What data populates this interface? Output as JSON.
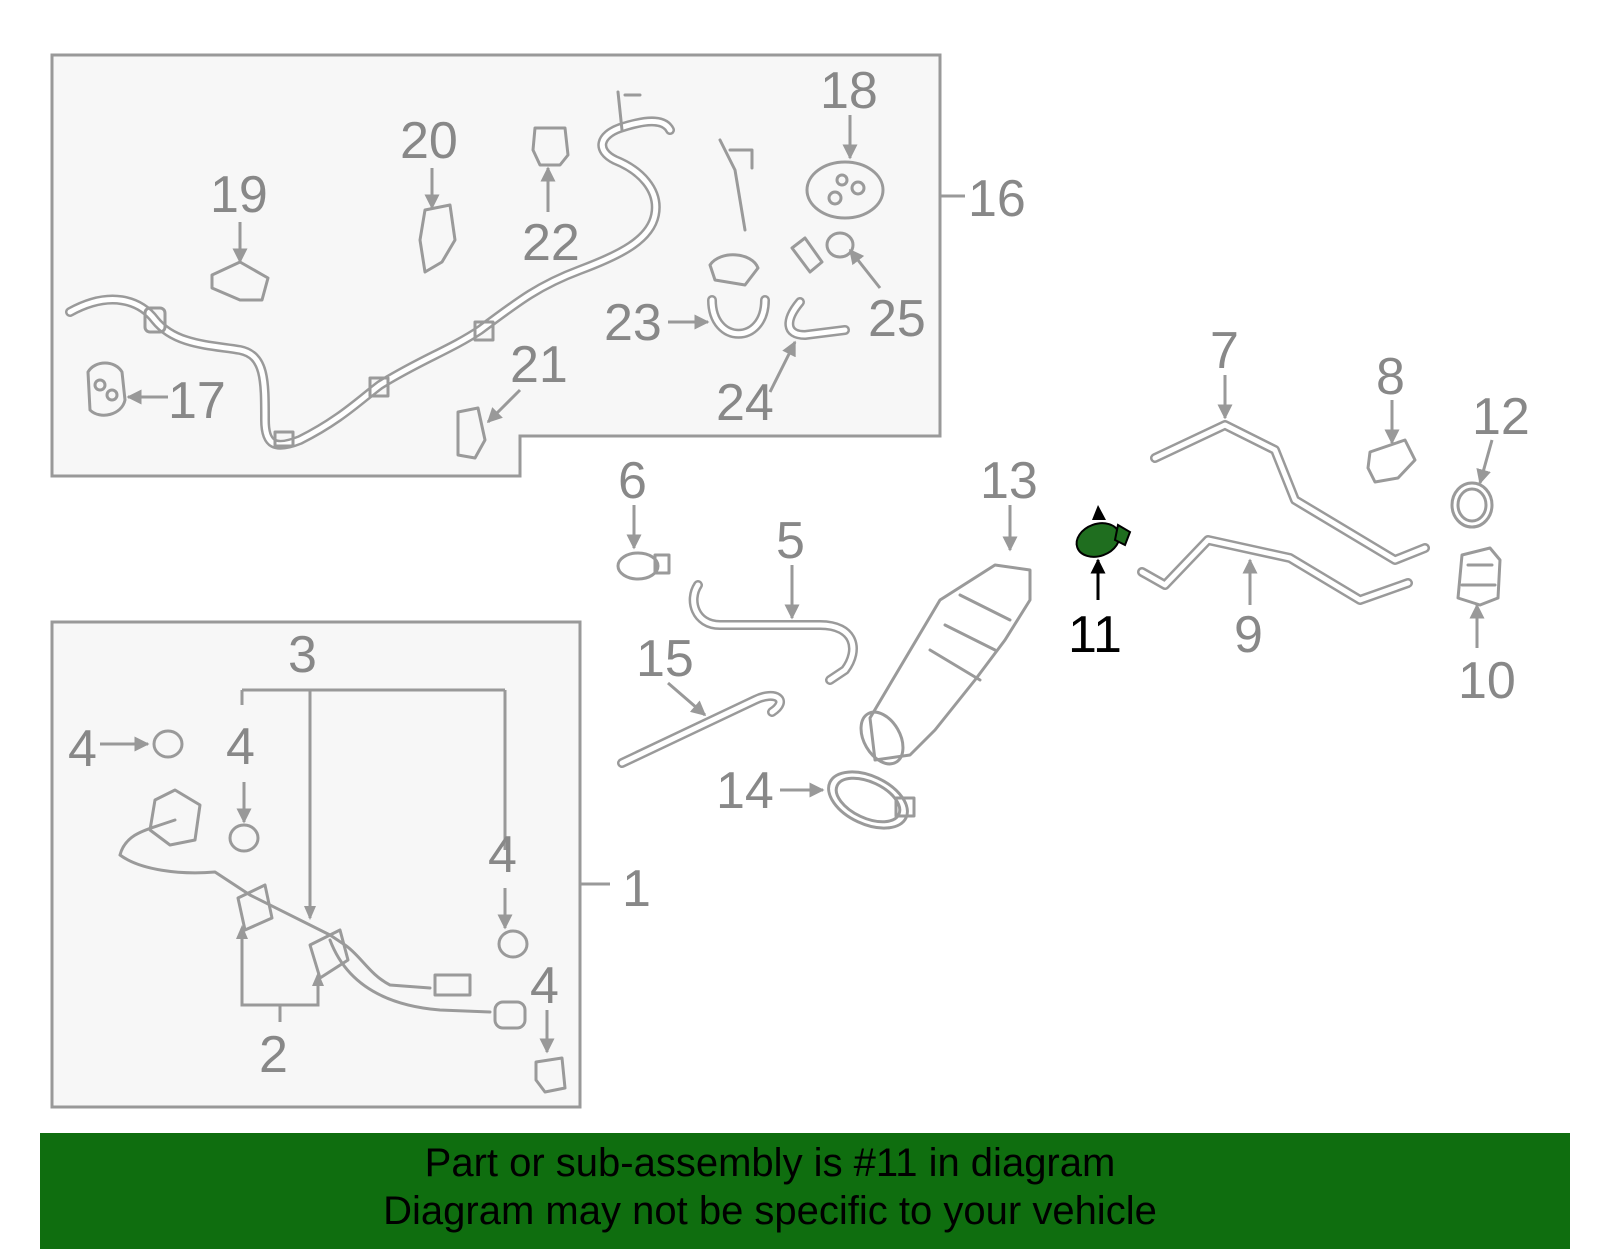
{
  "diagram": {
    "callouts": [
      "1",
      "2",
      "3",
      "4",
      "5",
      "6",
      "7",
      "8",
      "9",
      "10",
      "11",
      "12",
      "13",
      "14",
      "15",
      "16",
      "17",
      "18",
      "19",
      "20",
      "21",
      "22",
      "23",
      "24",
      "25"
    ],
    "highlighted_callout": "11",
    "highlight_color": "#1f6e1f",
    "line_color": "#999999"
  },
  "banner": {
    "line1": "Part or sub-assembly is #11 in diagram",
    "line2": "Diagram may not be specific to your vehicle",
    "background": "#0f6e0f"
  }
}
